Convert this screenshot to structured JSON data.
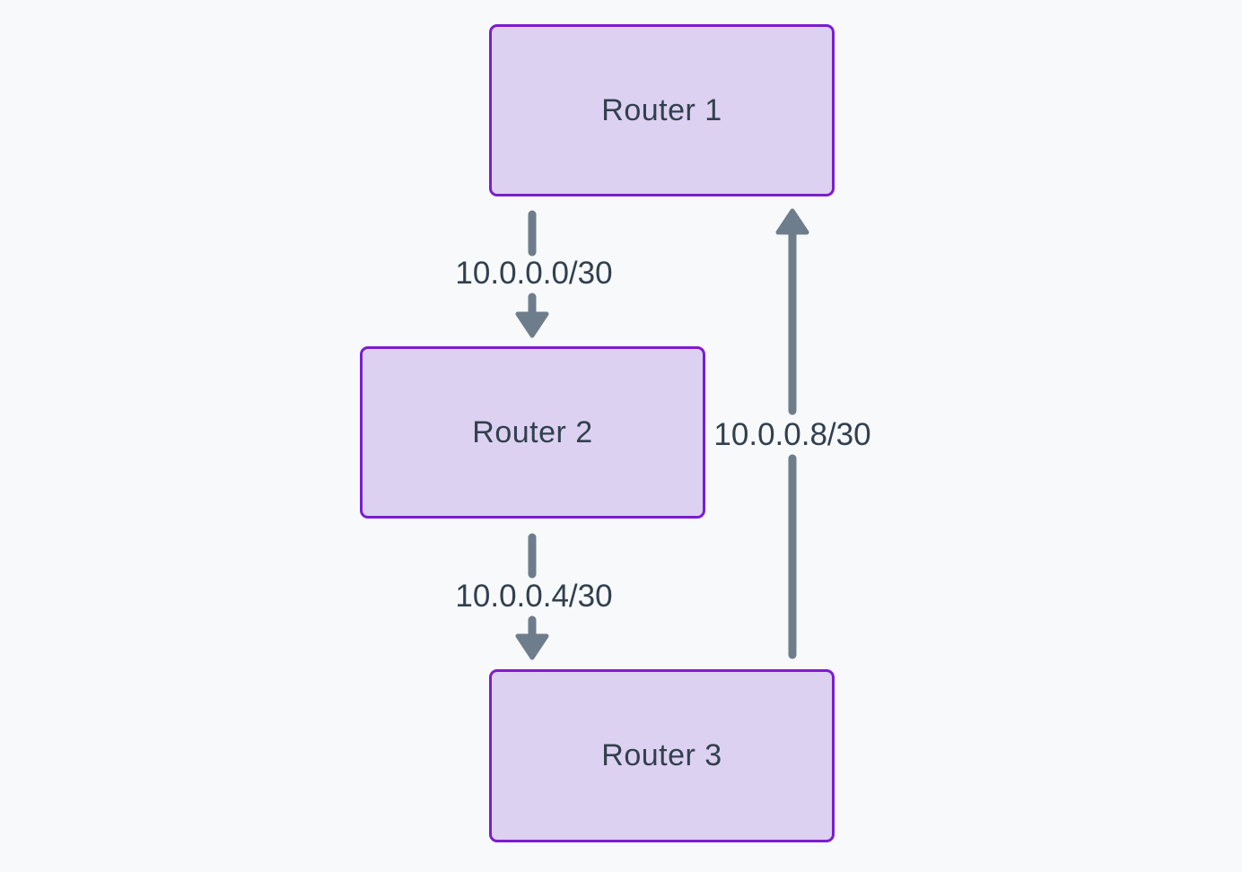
{
  "diagram": {
    "type": "network-topology",
    "nodes": [
      {
        "id": "router1",
        "label": "Router 1"
      },
      {
        "id": "router2",
        "label": "Router 2"
      },
      {
        "id": "router3",
        "label": "Router 3"
      }
    ],
    "links": [
      {
        "from": "router1",
        "to": "router2",
        "label": "10.0.0.0/30",
        "direction": "down"
      },
      {
        "from": "router2",
        "to": "router3",
        "label": "10.0.0.4/30",
        "direction": "down"
      },
      {
        "from": "router3",
        "to": "router1",
        "label": "10.0.0.8/30",
        "direction": "up"
      }
    ],
    "colors": {
      "background": "#f7f9fb",
      "node_fill": "#ddd1f1",
      "node_border": "#7d1dce",
      "arrow": "#6e7d8c",
      "text": "#31404f"
    }
  }
}
